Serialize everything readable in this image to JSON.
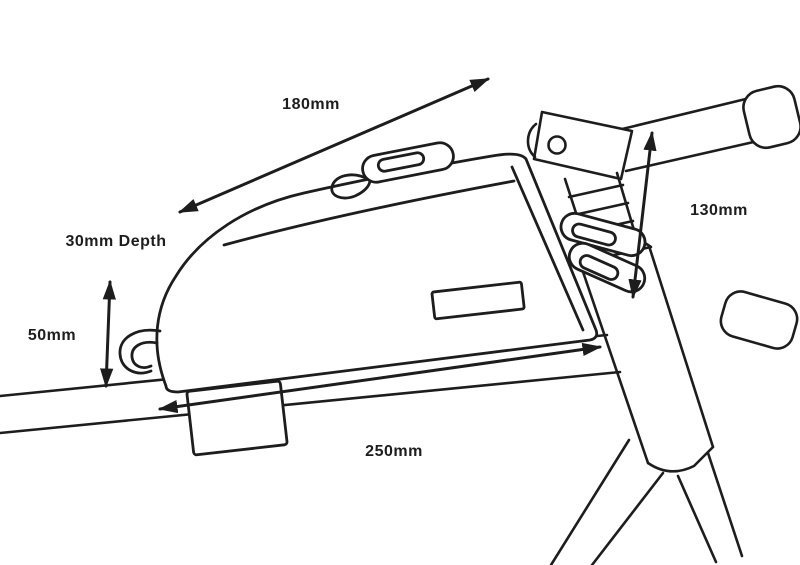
{
  "diagram": {
    "type": "technical-line-drawing",
    "background_color": "#ffffff",
    "line_color": "#1d1d1d",
    "dimensions": {
      "bag_top_length": "180mm",
      "head_tube": "130mm",
      "depth": "30mm Depth",
      "bag_front_height": "50mm",
      "bag_base_length": "250mm"
    }
  }
}
